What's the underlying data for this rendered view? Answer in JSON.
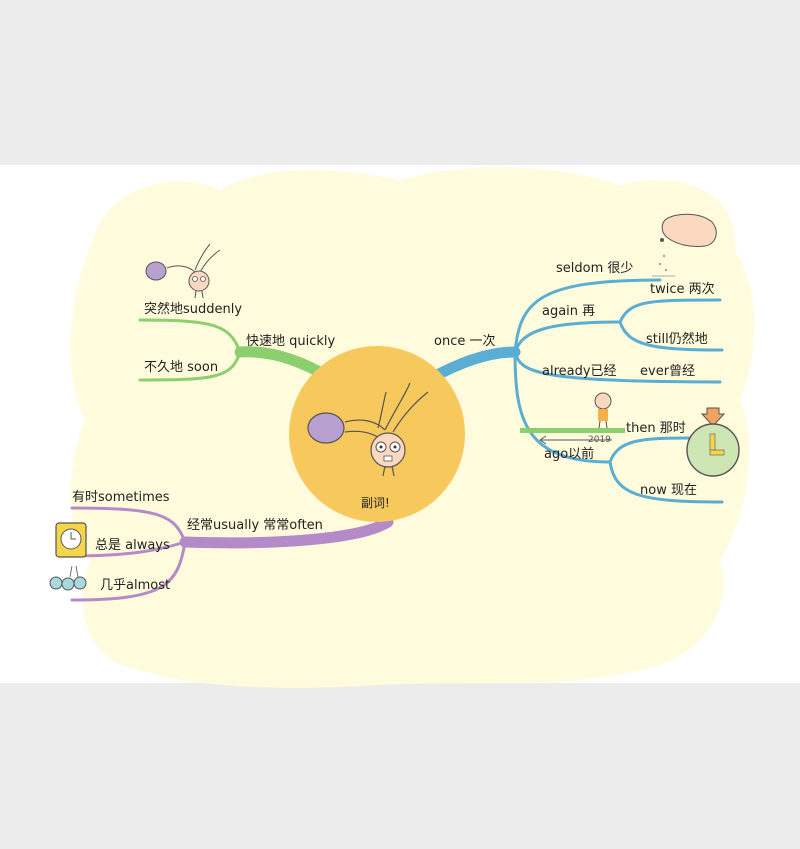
{
  "center": {
    "label": "副词!"
  },
  "branches": {
    "green": {
      "color": "#8ccf6e",
      "main": "快速地 quickly",
      "suddenly": "突然地suddenly",
      "soon": "不久地 soon"
    },
    "purple": {
      "color": "#b48ac8",
      "main": "经常usually 常常often",
      "sometimes": "有时sometimes",
      "always": "总是 always",
      "almost": "几乎almost"
    },
    "blue": {
      "color": "#5aaed3",
      "main": "once 一次",
      "seldom": "seldom 很少",
      "twice": "twice 两次",
      "again": "again 再",
      "still": "still仍然地",
      "already": "already已经",
      "ever": "ever曾经",
      "then": "then 那时",
      "ago": "ago以前",
      "now": "now 现在"
    }
  },
  "timeline": {
    "year": "2019"
  },
  "colors": {
    "background": "#fffbdc",
    "center_circle": "#f7c85c",
    "ball": "#b8a0cf",
    "clock": "#cde6b4",
    "clock_yellow": "#f5d64a",
    "arrow": "#f0a45e"
  }
}
